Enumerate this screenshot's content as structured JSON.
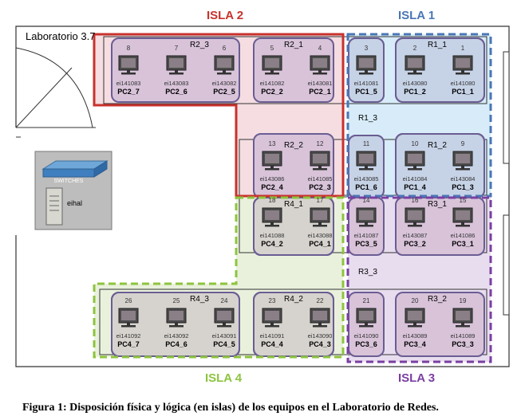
{
  "lab_title": "Laboratorio 3.7",
  "caption": "Figura 1: Disposición física y lógica (en islas) de los equipos en el Laboratorio de Redes.",
  "switch_label": "SWITCHES",
  "server_label": "eihal",
  "colors": {
    "isla1": "#4a76b5",
    "isla2": "#c8322d",
    "isla3": "#7a3fa2",
    "isla4": "#8dc43e",
    "group_border": "#6a5d93",
    "group_fill": "#d8c3d9",
    "zone_blue": "#d7ecf8",
    "zone_pink": "#f5dde1",
    "zone_green": "#e9f1dc",
    "zone_purple": "#e8ddef"
  },
  "islands": [
    {
      "id": "isla1",
      "label": "ISLA 1"
    },
    {
      "id": "isla2",
      "label": "ISLA 2"
    },
    {
      "id": "isla3",
      "label": "ISLA 3"
    },
    {
      "id": "isla4",
      "label": "ISLA 4"
    }
  ],
  "rows": [
    {
      "label": "R1_1"
    },
    {
      "label": "R1_2"
    },
    {
      "label": "R1_3"
    },
    {
      "label": "R2_1"
    },
    {
      "label": "R2_2"
    },
    {
      "label": "R2_3"
    },
    {
      "label": "R3_1"
    },
    {
      "label": "R3_2"
    },
    {
      "label": "R3_3"
    },
    {
      "label": "R4_1"
    },
    {
      "label": "R4_2"
    },
    {
      "label": "R4_3"
    }
  ],
  "pcs": [
    {
      "num": "8",
      "host": "ei141083",
      "name": "PC2_7"
    },
    {
      "num": "7",
      "host": "ei143083",
      "name": "PC2_6"
    },
    {
      "num": "6",
      "host": "ei143082",
      "name": "PC2_5"
    },
    {
      "num": "5",
      "host": "ei141082",
      "name": "PC2_2"
    },
    {
      "num": "4",
      "host": "ei143081",
      "name": "PC2_1"
    },
    {
      "num": "3",
      "host": "ei141081",
      "name": "PC1_5"
    },
    {
      "num": "2",
      "host": "ei143080",
      "name": "PC1_2"
    },
    {
      "num": "1",
      "host": "ei141080",
      "name": "PC1_1"
    },
    {
      "num": "13",
      "host": "ei143086",
      "name": "PC2_4"
    },
    {
      "num": "12",
      "host": "ei141085",
      "name": "PC2_3"
    },
    {
      "num": "11",
      "host": "ei143085",
      "name": "PC1_6"
    },
    {
      "num": "10",
      "host": "ei141084",
      "name": "PC1_4"
    },
    {
      "num": "9",
      "host": "ei143084",
      "name": "PC1_3"
    },
    {
      "num": "18",
      "host": "ei141088",
      "name": "PC4_2"
    },
    {
      "num": "17",
      "host": "ei143088",
      "name": "PC4_1"
    },
    {
      "num": "14",
      "host": "ei141087",
      "name": "PC3_5"
    },
    {
      "num": "16",
      "host": "ei143087",
      "name": "PC3_2"
    },
    {
      "num": "15",
      "host": "ei141086",
      "name": "PC3_1"
    },
    {
      "num": "26",
      "host": "ei141092",
      "name": "PC4_7"
    },
    {
      "num": "25",
      "host": "ei143092",
      "name": "PC4_6"
    },
    {
      "num": "24",
      "host": "ei143091",
      "name": "PC4_5"
    },
    {
      "num": "23",
      "host": "ei141091",
      "name": "PC4_4"
    },
    {
      "num": "22",
      "host": "ei143090",
      "name": "PC4_3"
    },
    {
      "num": "21",
      "host": "ei141090",
      "name": "PC3_6"
    },
    {
      "num": "20",
      "host": "ei143089",
      "name": "PC3_4"
    },
    {
      "num": "19",
      "host": "ei141089",
      "name": "PC3_3"
    }
  ]
}
